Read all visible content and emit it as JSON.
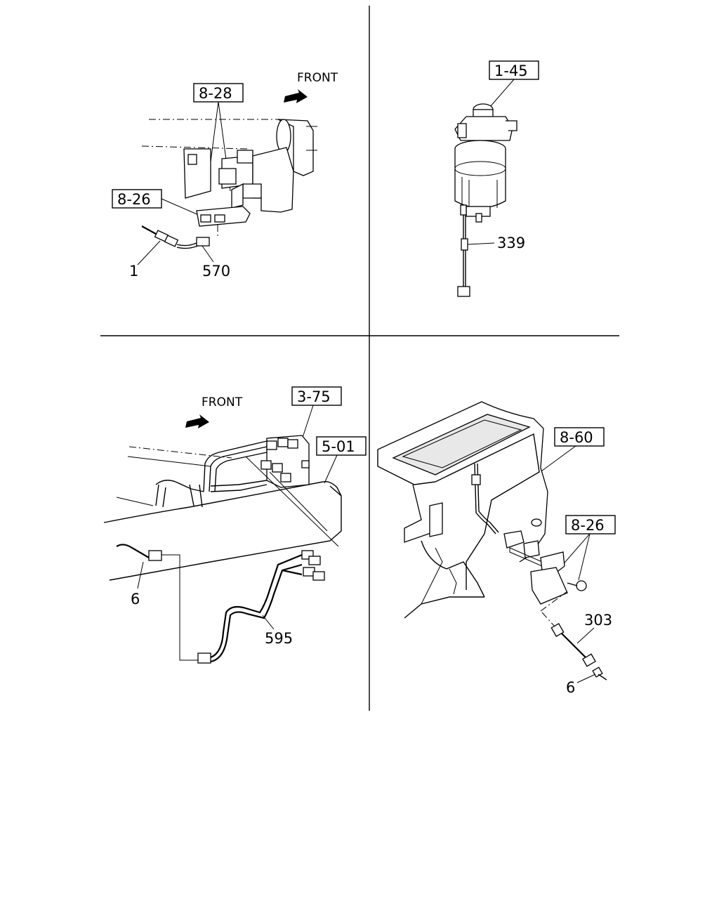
{
  "panels": {
    "top_left": {
      "direction": "FRONT",
      "refs": [
        "8-28",
        "8-26"
      ],
      "parts": [
        "1",
        "570"
      ]
    },
    "top_right": {
      "refs": [
        "1-45"
      ],
      "parts": [
        "339"
      ]
    },
    "bottom_left": {
      "direction": "FRONT",
      "refs": [
        "3-75",
        "5-01"
      ],
      "parts": [
        "6",
        "595"
      ]
    },
    "bottom_right": {
      "refs": [
        "8-60",
        "8-26"
      ],
      "parts": [
        "303",
        "6"
      ]
    }
  }
}
